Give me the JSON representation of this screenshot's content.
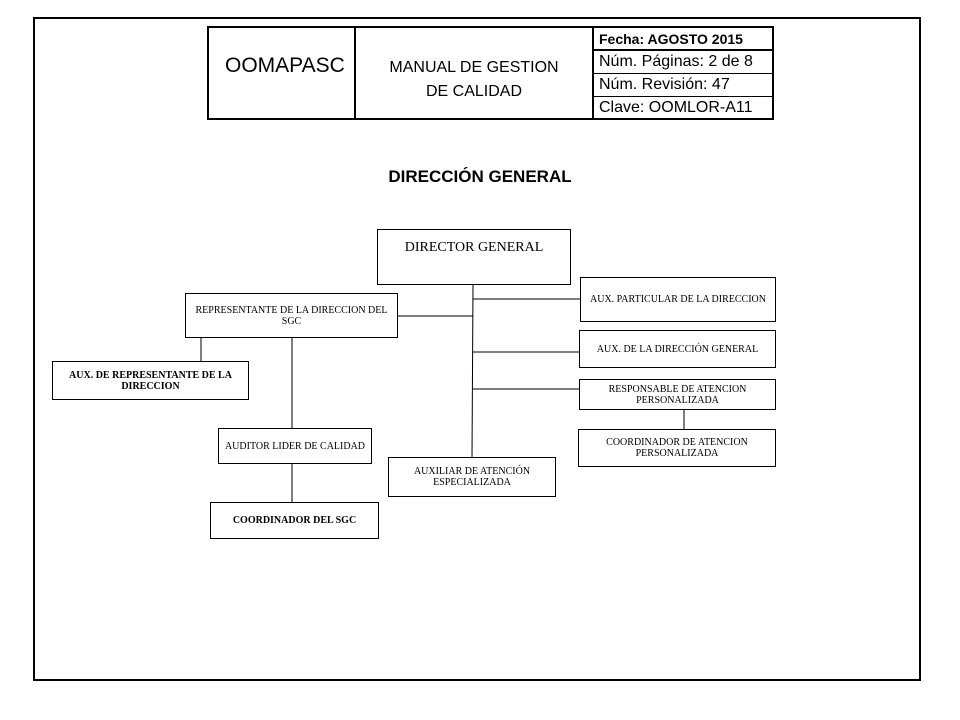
{
  "header": {
    "organization": "OOMAPASC",
    "manual_line1": "MANUAL DE GESTION",
    "manual_line2": "DE CALIDAD",
    "fecha": "Fecha: AGOSTO 2015",
    "paginas": "Núm. Páginas: 2 de 8",
    "revision": "Núm. Revisión: 47",
    "clave": "Clave: OOMLOR-A11"
  },
  "title": "DIRECCIÓN GENERAL",
  "org_chart": {
    "director_general": "DIRECTOR GENERAL",
    "representante": "REPRESENTANTE DE LA DIRECCION DEL SGC",
    "aux_representante": "AUX. DE REPRESENTANTE DE LA DIRECCION",
    "auditor_lider": "AUDITOR LIDER DE CALIDAD",
    "coordinador_sgc": "COORDINADOR DEL SGC",
    "auxiliar_atencion_especializada": "AUXILIAR DE ATENCIÓN ESPECIALIZADA",
    "aux_particular": "AUX. PARTICULAR DE LA DIRECCION",
    "aux_direccion_general": "AUX. DE LA DIRECCIÓN GENERAL",
    "responsable_atencion": "RESPONSABLE DE ATENCION PERSONALIZADA",
    "coordinador_atencion": "COORDINADOR DE ATENCION PERSONALIZADA"
  }
}
